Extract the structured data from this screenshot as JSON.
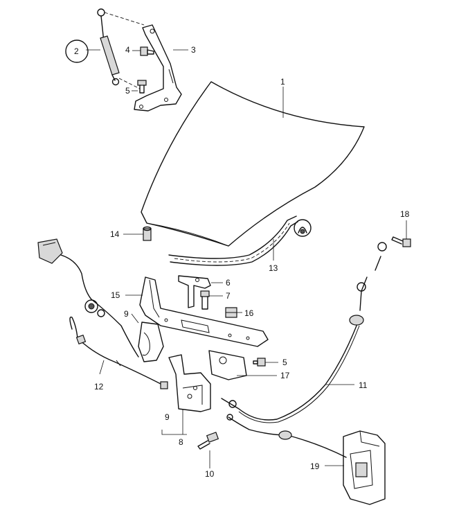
{
  "callouts": [
    {
      "id": "c1",
      "text": "1"
    },
    {
      "id": "c2",
      "text": "2"
    },
    {
      "id": "c3",
      "text": "3"
    },
    {
      "id": "c4",
      "text": "4"
    },
    {
      "id": "c5a",
      "text": "5"
    },
    {
      "id": "c6",
      "text": "6"
    },
    {
      "id": "c7",
      "text": "7"
    },
    {
      "id": "c5b",
      "text": "5"
    },
    {
      "id": "c8",
      "text": "8"
    },
    {
      "id": "c9a",
      "text": "9"
    },
    {
      "id": "c9b",
      "text": "9"
    },
    {
      "id": "c10",
      "text": "10"
    },
    {
      "id": "c11",
      "text": "11"
    },
    {
      "id": "c12",
      "text": "12"
    },
    {
      "id": "c13",
      "text": "13"
    },
    {
      "id": "c14",
      "text": "14"
    },
    {
      "id": "c15",
      "text": "15"
    },
    {
      "id": "c16",
      "text": "16"
    },
    {
      "id": "c17",
      "text": "17"
    },
    {
      "id": "c18",
      "text": "18"
    },
    {
      "id": "c19",
      "text": "19"
    }
  ],
  "icons": {
    "lubricate": "grease-symbol-icon"
  }
}
